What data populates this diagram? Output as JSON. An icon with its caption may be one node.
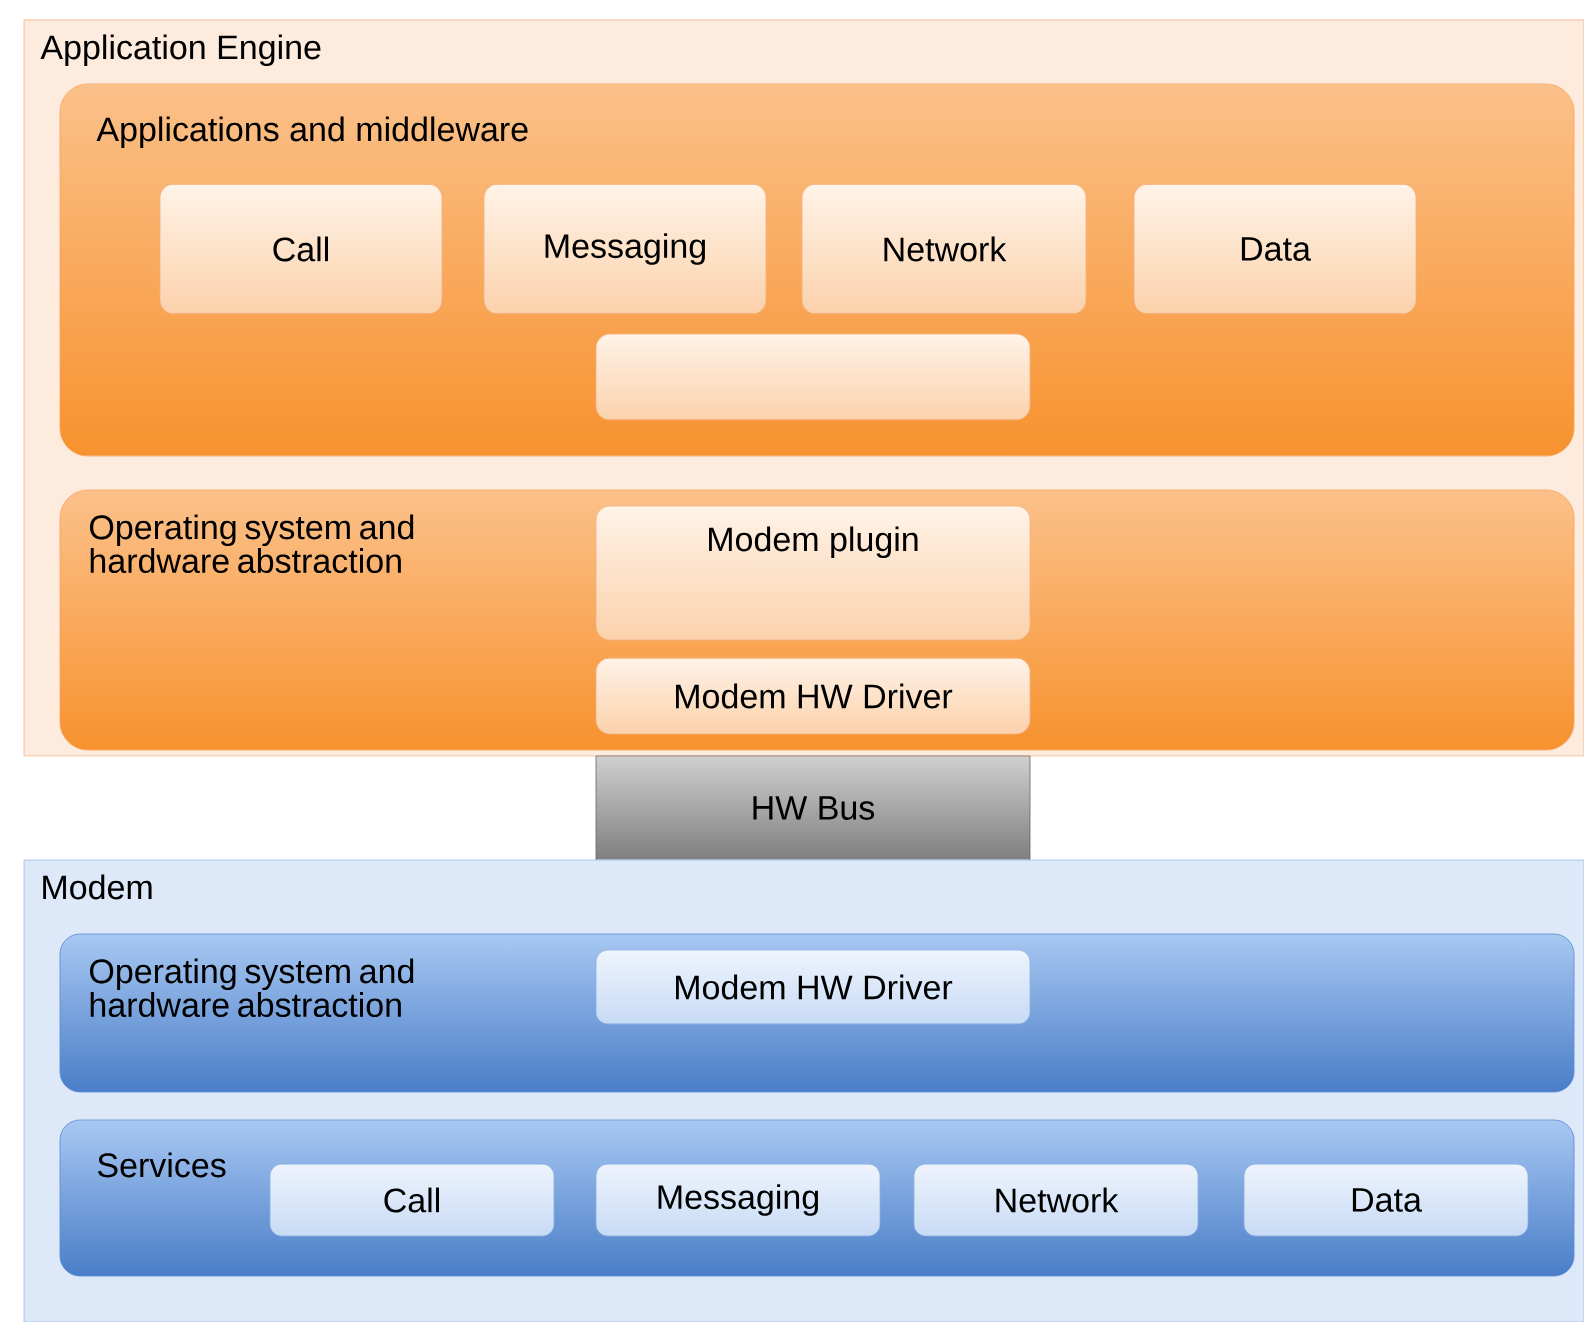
{
  "diagram": {
    "nodes": [
      {
        "text": [
          "Application Engine"
        ]
      },
      {
        "text": [
          "Applications and middleware"
        ],
        "in": 0
      },
      {
        "text": [
          "Call"
        ],
        "in": 1
      },
      {
        "text": [
          "Messaging"
        ],
        "in": 1
      },
      {
        "text": [
          "Network"
        ],
        "in": 1
      },
      {
        "text": [
          "Data"
        ],
        "in": 1
      },
      {
        "text": [],
        "shape": "box",
        "in": 1
      },
      {
        "text": [
          "Operating system and hardware abstraction"
        ],
        "in": 0
      },
      {
        "text": [
          "Modem plugin"
        ],
        "in": 7
      },
      {
        "text": [
          "Modem HW Driver"
        ],
        "in": 7
      },
      {
        "text": [
          "HW Bus"
        ]
      },
      {
        "text": [
          "Modem"
        ]
      },
      {
        "text": [
          "Operating system and hardware abstraction"
        ],
        "in": 11
      },
      {
        "text": [
          "Modem HW Driver"
        ],
        "in": 12
      },
      {
        "text": [
          "Services"
        ],
        "in": 11
      },
      {
        "text": [
          "Call"
        ],
        "in": 14
      },
      {
        "text": [
          "Messaging"
        ],
        "in": 14
      },
      {
        "text": [
          "Network"
        ],
        "in": 14
      },
      {
        "text": [
          "Data"
        ],
        "in": 14
      }
    ]
  }
}
